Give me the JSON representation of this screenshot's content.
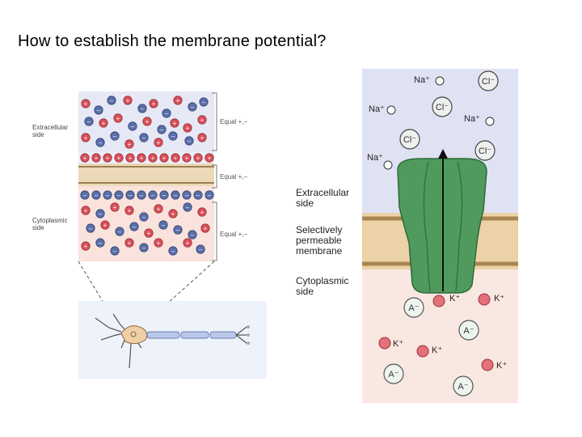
{
  "slide": {
    "title": "How to establish the membrane potential?"
  },
  "left_diagram": {
    "extracellular_label": "Extracellular side",
    "cytoplasmic_label": "Cytoplasmic side",
    "equal_labels": [
      "Equal +,–",
      "Equal +,–",
      "Equal +,–"
    ]
  },
  "right_diagram": {
    "extracellular_label": "Extracellular side",
    "membrane_label": "Selectively permeable membrane",
    "cytoplasmic_label": "Cytoplasmic side",
    "ions": {
      "na": "Na⁺",
      "cl": "Cl⁻",
      "k": "K⁺",
      "a": "A⁻"
    }
  },
  "colors": {
    "positive_ion": "#d9505a",
    "negative_ion": "#5a6ea8",
    "channel": "#4f9a5c",
    "extracellular_bg": "#dde0f2",
    "cytoplasm_bg": "#f8ddd4",
    "membrane": "#c9a878"
  }
}
